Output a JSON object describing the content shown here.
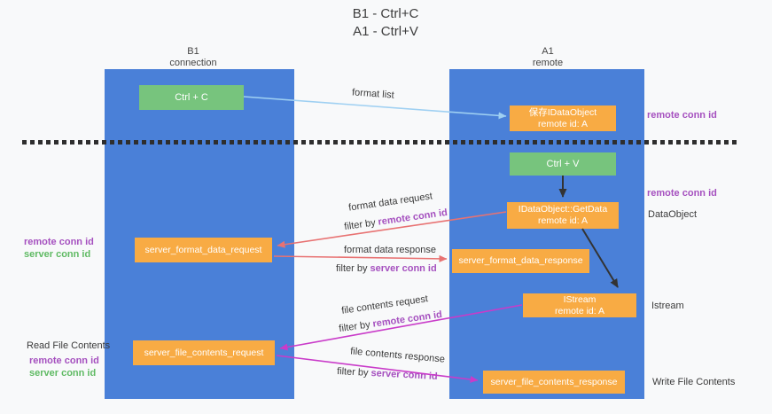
{
  "title": {
    "line1": "B1 - Ctrl+C",
    "line2": "A1 - Ctrl+V"
  },
  "lanes": {
    "left": {
      "name": "B1",
      "role": "connection"
    },
    "right": {
      "name": "A1",
      "role": "remote"
    }
  },
  "nodes": {
    "ctrl_c": "Ctrl + C",
    "ctrl_v": "Ctrl + V",
    "save_dataobject": {
      "line1": "保存IDataObject",
      "line2": "remote id: A"
    },
    "getdata": {
      "line1": "IDataObject::GetData",
      "line2": "remote id: A"
    },
    "istream": {
      "line1": "IStream",
      "line2": "remote id: A"
    },
    "format_request": "server_format_data_request",
    "format_response": "server_format_data_response",
    "file_request": "server_file_contents_request",
    "file_response": "server_file_contents_response"
  },
  "arrow_labels": {
    "format_list": "format list",
    "format_data_request": "format data request",
    "format_data_response": "format data response",
    "file_contents_request": "file contents request",
    "file_contents_response": "file contents response",
    "filter_by": "filter by ",
    "remote_conn_id": "remote conn id",
    "server_conn_id": "server conn id"
  },
  "side_labels": {
    "remote_conn_id_top": "remote conn id",
    "remote_conn_id_mid": "remote conn id",
    "dataobject": "DataObject",
    "istream": "Istream",
    "write_file_contents": "Write File Contents",
    "read_file_contents": "Read File Contents",
    "left_remote_conn_id_1": "remote conn id",
    "left_server_conn_id_1": "server conn id",
    "left_remote_conn_id_2": "remote conn id",
    "left_server_conn_id_2": "server conn id"
  },
  "colors": {
    "lane_blue": "#4a80d8",
    "node_orange": "#f8ab44",
    "node_green": "#77c47d",
    "arrow_light_blue": "#9fd0f2",
    "arrow_red": "#e87272",
    "arrow_magenta": "#c93bc9",
    "arrow_black": "#333333",
    "text_purple": "#a550bf",
    "text_green": "#5fba63",
    "background": "#f8f9fa"
  }
}
